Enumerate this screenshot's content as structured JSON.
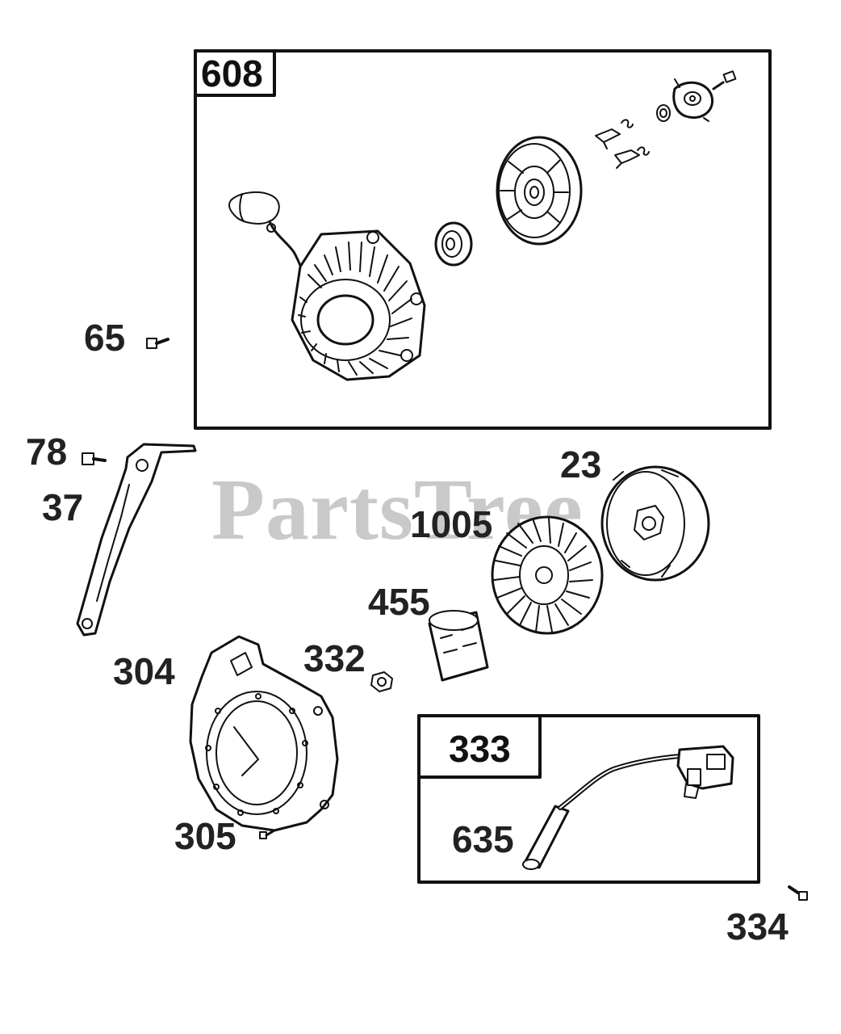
{
  "watermark": "PartsTree",
  "callouts": {
    "c608": "608",
    "c65": "65",
    "c78": "78",
    "c37": "37",
    "c23": "23",
    "c1005": "1005",
    "c455": "455",
    "c332": "332",
    "c304": "304",
    "c305": "305",
    "c333": "333",
    "c635": "635",
    "c334": "334"
  }
}
